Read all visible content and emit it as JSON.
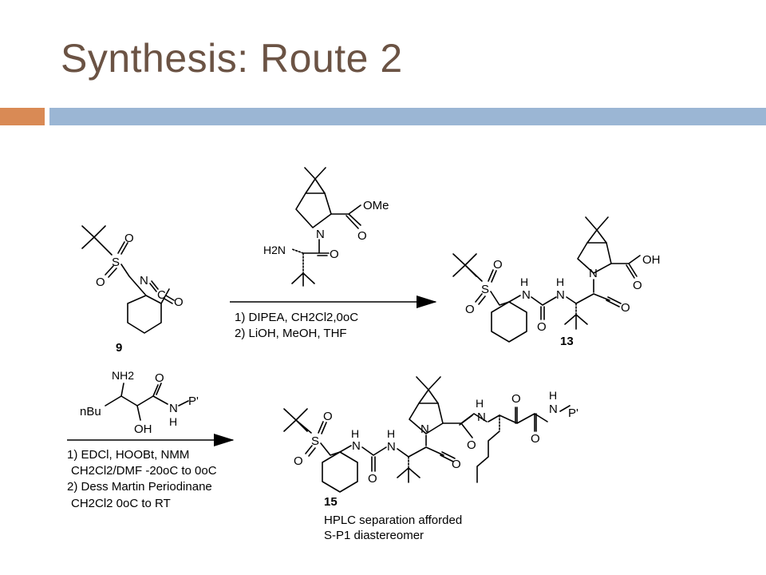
{
  "slide": {
    "title": "Synthesis: Route 2",
    "accent_colors": {
      "title": "#6b5344",
      "left_bar": "#d98a55",
      "right_bar": "#9bb6d4"
    }
  },
  "compounds": {
    "c9": "9",
    "c13": "13",
    "c15": "15"
  },
  "step1": {
    "reagent_labels": {
      "ome": "OMe",
      "h2n": "H2N",
      "o1": "O",
      "o2": "O",
      "n": "N"
    },
    "conditions": [
      "1) DIPEA, CH2Cl2,0oC",
      "2) LiOH, MeOH, THF"
    ]
  },
  "step2": {
    "reagent_labels": {
      "nh2": "NH2",
      "nbu": "nBu",
      "oh": "OH",
      "o": "O",
      "n": "N",
      "h": "H",
      "p": "P'"
    },
    "conditions": [
      "1) EDCl, HOOBt, NMM",
      "CH2Cl2/DMF -20oC to 0oC",
      "2) Dess Martin Periodinane",
      "CH2Cl2 0oC to RT"
    ]
  },
  "atoms": {
    "s": "S",
    "o": "O",
    "n": "N",
    "c": "C",
    "h": "H",
    "oh": "OH",
    "p": "P'"
  },
  "notes": [
    "HPLC separation afforded",
    "S-P1 diastereomer"
  ]
}
